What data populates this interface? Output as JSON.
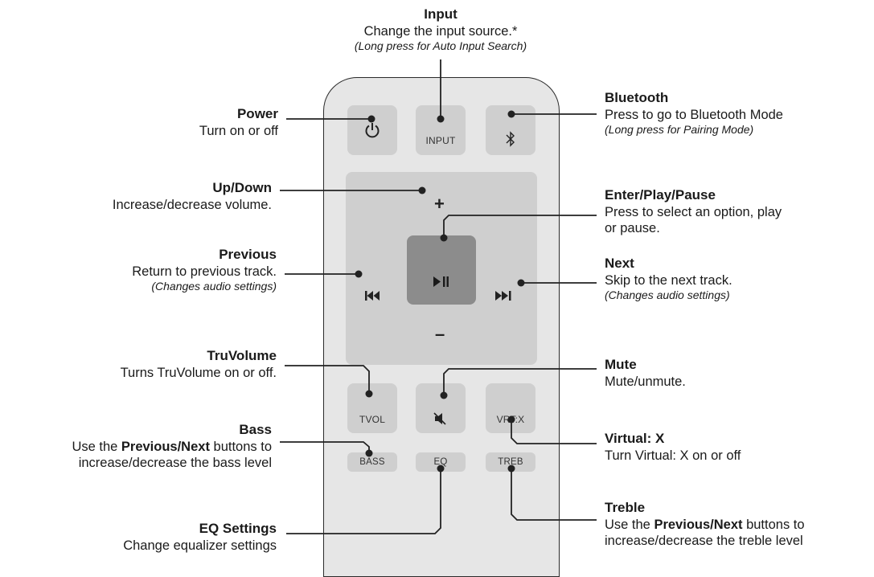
{
  "remote": {
    "power_icon": "power-icon",
    "input_button": "INPUT",
    "bluetooth_icon": "bluetooth-icon",
    "plus": "+",
    "minus": "–",
    "prev_icon": "previous-track-icon",
    "play_icon": "play-pause-icon",
    "next_icon": "next-track-icon",
    "tvol_button": "TVOL",
    "mute_icon": "mute-icon",
    "vrtx_button": "VRT:X",
    "bass_button": "BASS",
    "eq_button": "EQ",
    "treb_button": "TREB"
  },
  "callouts": {
    "input": {
      "title": "Input",
      "desc": "Change the input source.*",
      "note": "(Long press for Auto Input Search)"
    },
    "power": {
      "title": "Power",
      "desc": "Turn on or off"
    },
    "bluetooth": {
      "title": "Bluetooth",
      "desc": "Press to go to Bluetooth Mode",
      "note": "(Long press for Pairing Mode)"
    },
    "updown": {
      "title": "Up/Down",
      "desc": "Increase/decrease volume."
    },
    "enter": {
      "title": "Enter/Play/Pause",
      "desc1": "Press to select an option, play",
      "desc2": "or pause."
    },
    "previous": {
      "title": "Previous",
      "desc": "Return to previous track.",
      "note": "(Changes audio settings)"
    },
    "next": {
      "title": "Next",
      "desc": "Skip to the next track.",
      "note": "(Changes audio settings)"
    },
    "truvolume": {
      "title": "TruVolume",
      "desc": "Turns TruVolume on or off."
    },
    "mute": {
      "title": "Mute",
      "desc": "Mute/unmute."
    },
    "bass": {
      "title": "Bass",
      "desc_pre": "Use the ",
      "desc_bold": "Previous/Next",
      "desc_post": " buttons to",
      "desc2": "increase/decrease the bass level"
    },
    "virtualx": {
      "title": "Virtual: X",
      "desc": "Turn Virtual: X on or off"
    },
    "treble": {
      "title": "Treble",
      "desc_pre": "Use the ",
      "desc_bold": "Previous/Next",
      "desc_post": " buttons to",
      "desc2": "increase/decrease the treble level"
    },
    "eq": {
      "title": "EQ Settings",
      "desc": "Change equalizer settings"
    }
  },
  "colors": {
    "remote_body": "#e6e6e6",
    "button": "#cfcfcf",
    "play_button": "#8c8c8c",
    "line": "#222222"
  }
}
